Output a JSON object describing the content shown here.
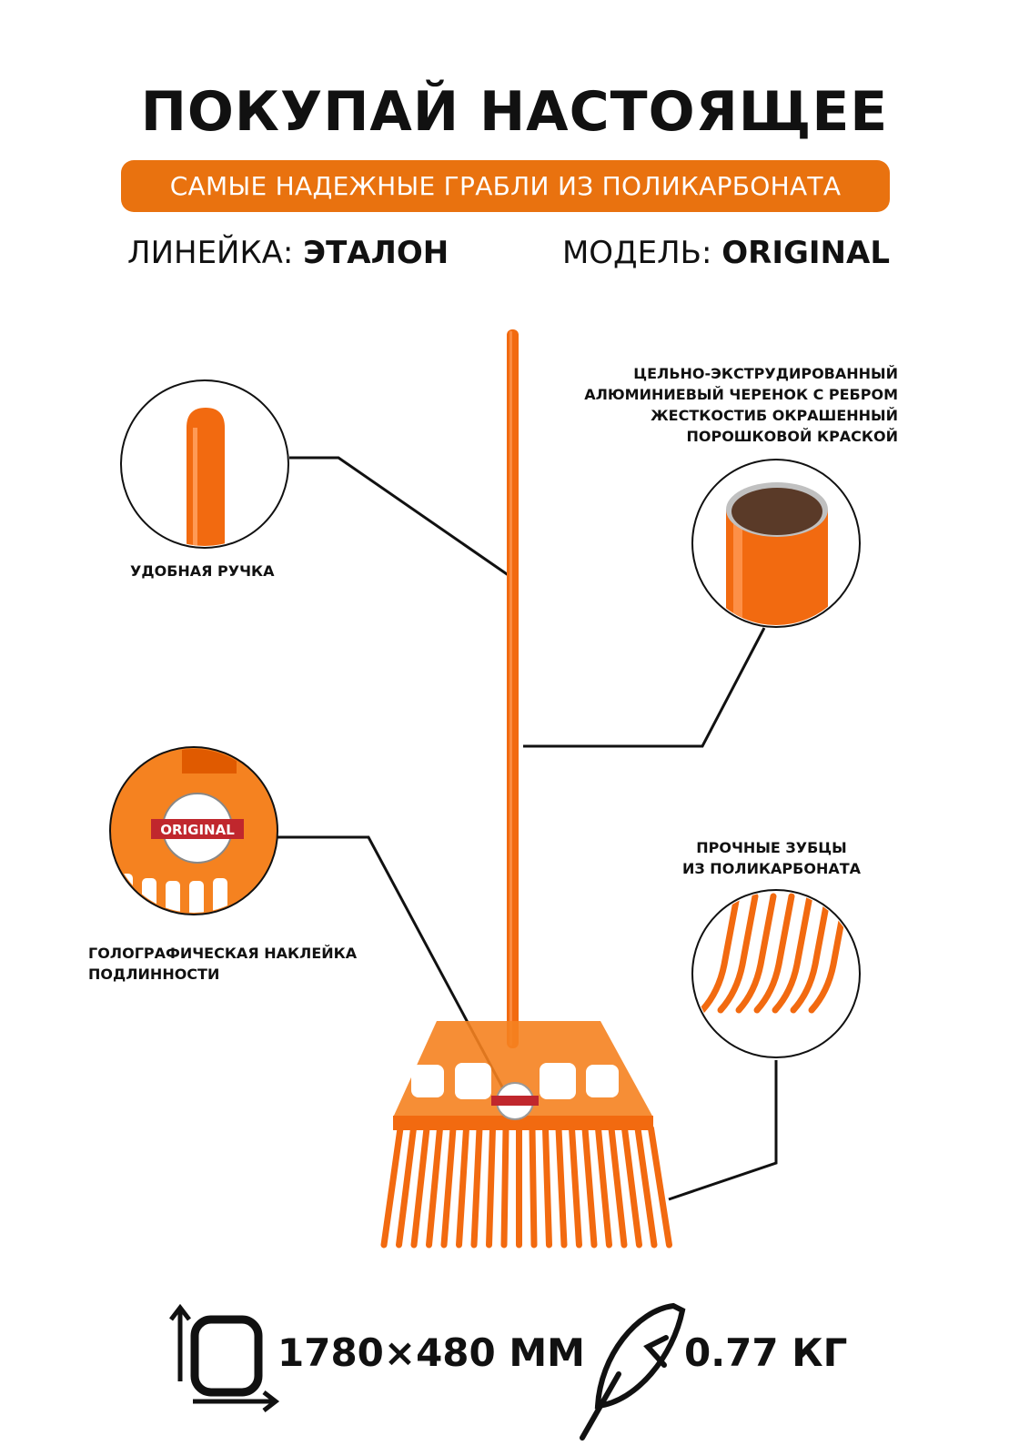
{
  "header": {
    "title": "ПОКУПАЙ НАСТОЯЩЕЕ",
    "subtitle": "САМЫЕ НАДЕЖНЫЕ ГРАБЛИ ИЗ ПОЛИКАРБОНАТА"
  },
  "specs": {
    "line_label": "ЛИНЕЙКА:",
    "line_value": "ЭТАЛОН",
    "model_label": "МОДЕЛЬ:",
    "model_value": "ORIGINAL"
  },
  "features": {
    "handle": "УДОБНАЯ РУЧКА",
    "shaft": [
      "ЦЕЛЬНО-ЭКСТРУДИРОВАННЫЙ",
      "АЛЮМИНИЕВЫЙ ЧЕРЕНОК С РЕБРОМ",
      "ЖЕСТКОСТИБ ОКРАШЕННЫЙ",
      "ПОРОШКОВОЙ КРАСКОЙ"
    ],
    "sticker": [
      "ГОЛОГРАФИЧЕСКАЯ НАКЛЕЙКА",
      "ПОДЛИННОСТИ"
    ],
    "teeth": [
      "ПРОЧНЫЕ ЗУБЦЫ",
      "ИЗ ПОЛИКАРБОНАТА"
    ]
  },
  "sticker_text": "ORIGINAL",
  "footer": {
    "dimensions": "1780×480 ММ",
    "weight": "0.77 КГ",
    "dimensions_icon": "size-icon",
    "weight_icon": "feather-icon"
  },
  "colors": {
    "accent": "#E9720F",
    "product": "#F26A10"
  }
}
